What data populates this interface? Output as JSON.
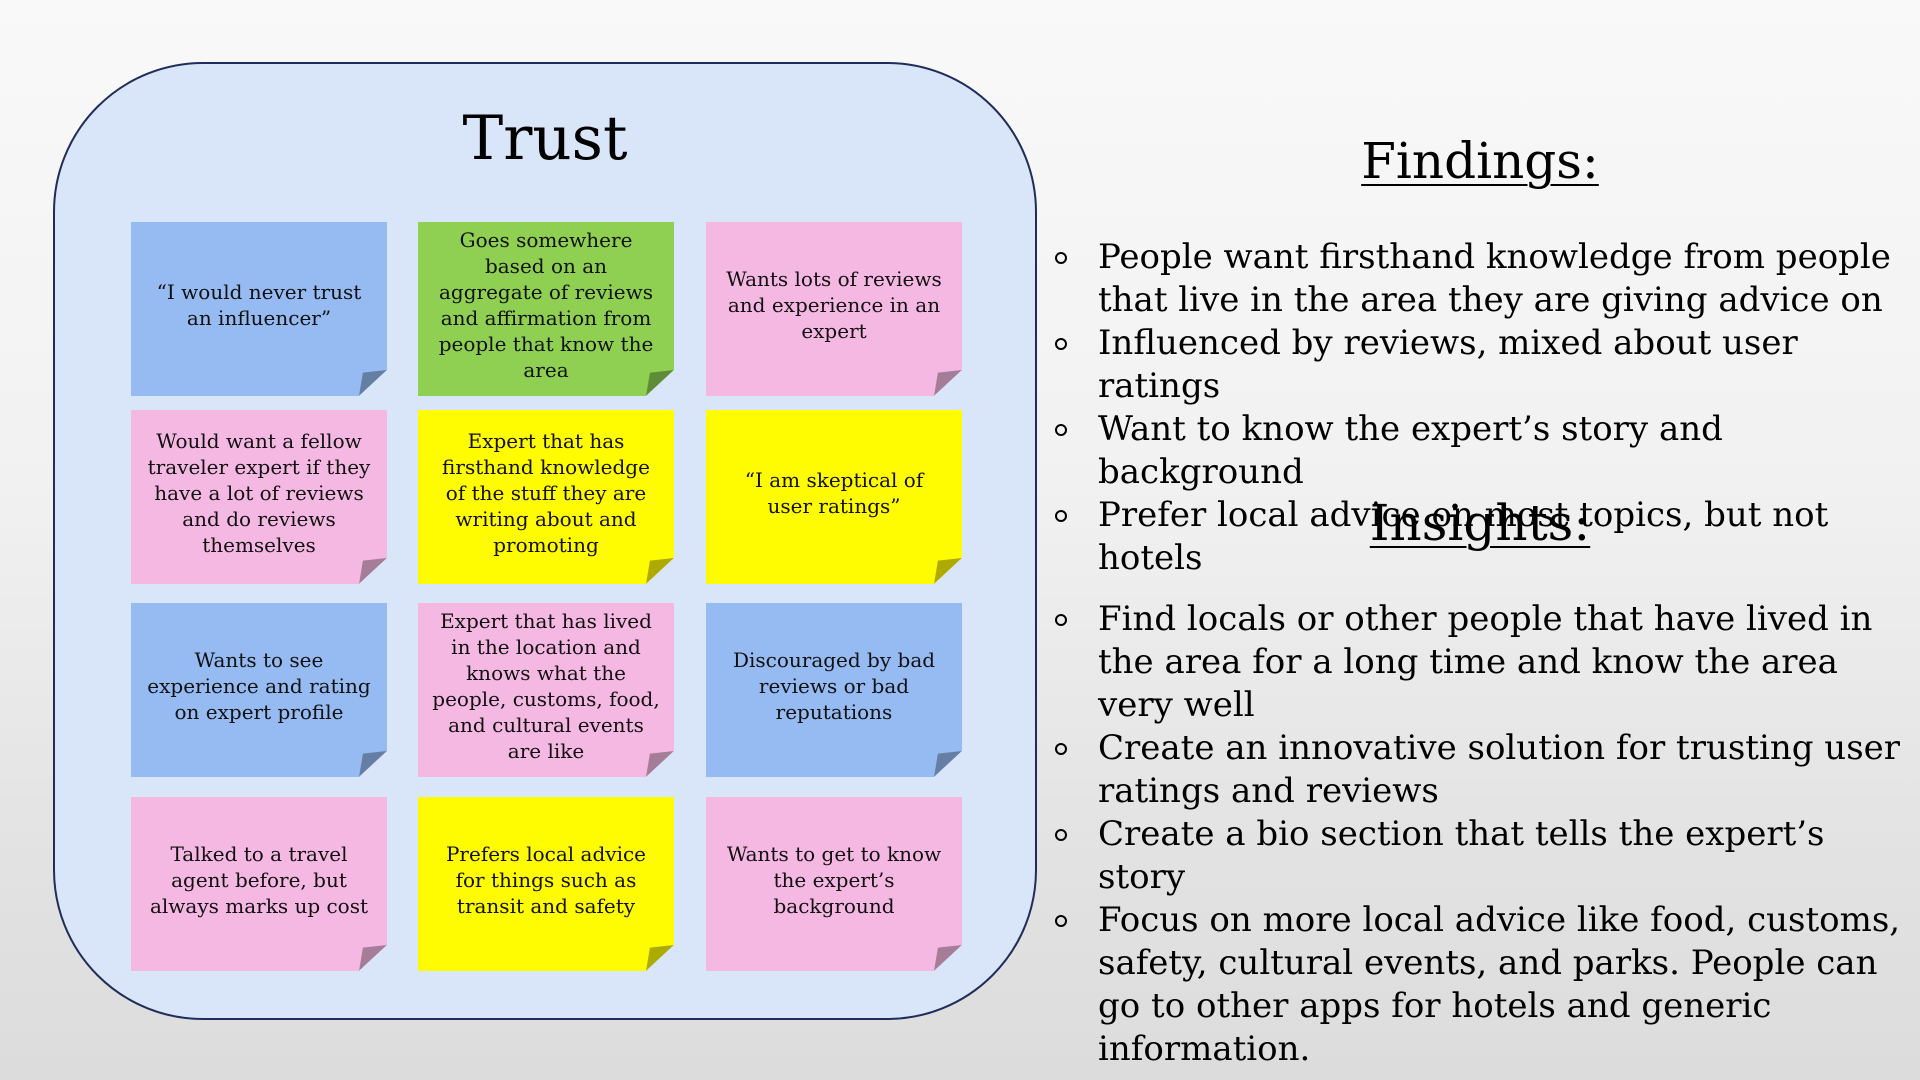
{
  "board": {
    "title": "Trust",
    "notes": [
      {
        "text": "“I would never trust an influencer”",
        "color": "#96baf2"
      },
      {
        "text": "Goes somewhere based on an aggregate of reviews and affirmation from people that know the area",
        "color": "#8fcf52"
      },
      {
        "text": "Wants lots of reviews and experience in an expert",
        "color": "#f5b8e2"
      },
      {
        "text": "Would want a fellow traveler expert  if they have a lot of reviews and do reviews themselves",
        "color": "#f5b8e2"
      },
      {
        "text": "Expert that has firsthand knowledge of the stuff they are writing about and promoting",
        "color": "#fffb00"
      },
      {
        "text": "“I am skeptical of user ratings”",
        "color": "#fffb00"
      },
      {
        "text": "Wants to see experience and rating on expert profile",
        "color": "#96baf2"
      },
      {
        "text": "Expert that has lived in the location and knows what the people, customs, food, and cultural events are like",
        "color": "#f5b8e2"
      },
      {
        "text": "Discouraged by bad reviews or bad reputations",
        "color": "#96baf2"
      },
      {
        "text": "Talked to a travel agent before, but always marks up cost",
        "color": "#f5b8e2"
      },
      {
        "text": "Prefers local advice for things such as transit and safety",
        "color": "#fffb00"
      },
      {
        "text": "Wants to get to know the expert’s background",
        "color": "#f5b8e2"
      }
    ]
  },
  "findings": {
    "heading": "Findings:",
    "items": [
      "People want firsthand knowledge from people that live in the area they are giving advice on",
      "Influenced by reviews, mixed about user ratings",
      "Want to know the expert’s story and background",
      "Prefer local advice on most topics, but not hotels"
    ]
  },
  "insights": {
    "heading": "Insights:",
    "items": [
      "Find locals or other people that have lived in the area for a long time and know the area very well",
      "Create an innovative solution for trusting user ratings and reviews",
      "Create a bio section that tells the expert’s story",
      "Focus on more local advice like food, customs, safety,  cultural events, and parks. People can go to other apps for hotels and generic information."
    ]
  }
}
